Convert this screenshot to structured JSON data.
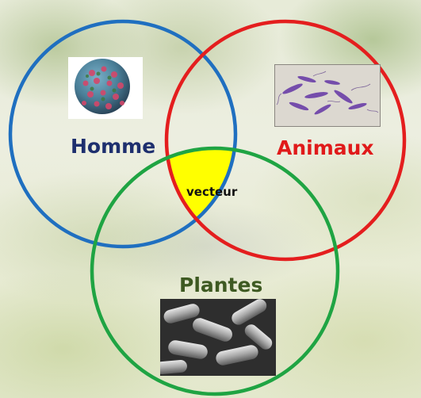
{
  "diagram": {
    "sets": [
      {
        "id": "homme",
        "label": "Homme",
        "ring_color": "#1f6fc0",
        "label_color": "#1e2f6e",
        "image": "virus-particle-icon"
      },
      {
        "id": "animaux",
        "label": "Animaux",
        "ring_color": "#e41e1e",
        "label_color": "#e01a1a",
        "image": "trypanosome-parasite-icon"
      },
      {
        "id": "plantes",
        "label": "Plantes",
        "ring_color": "#1fa443",
        "label_color": "#3e5a22",
        "image": "bacteria-micrograph-icon"
      }
    ],
    "intersection": {
      "label": "vecteur",
      "fill_color": "#ffff00",
      "members": [
        "homme",
        "animaux",
        "plantes"
      ]
    }
  }
}
